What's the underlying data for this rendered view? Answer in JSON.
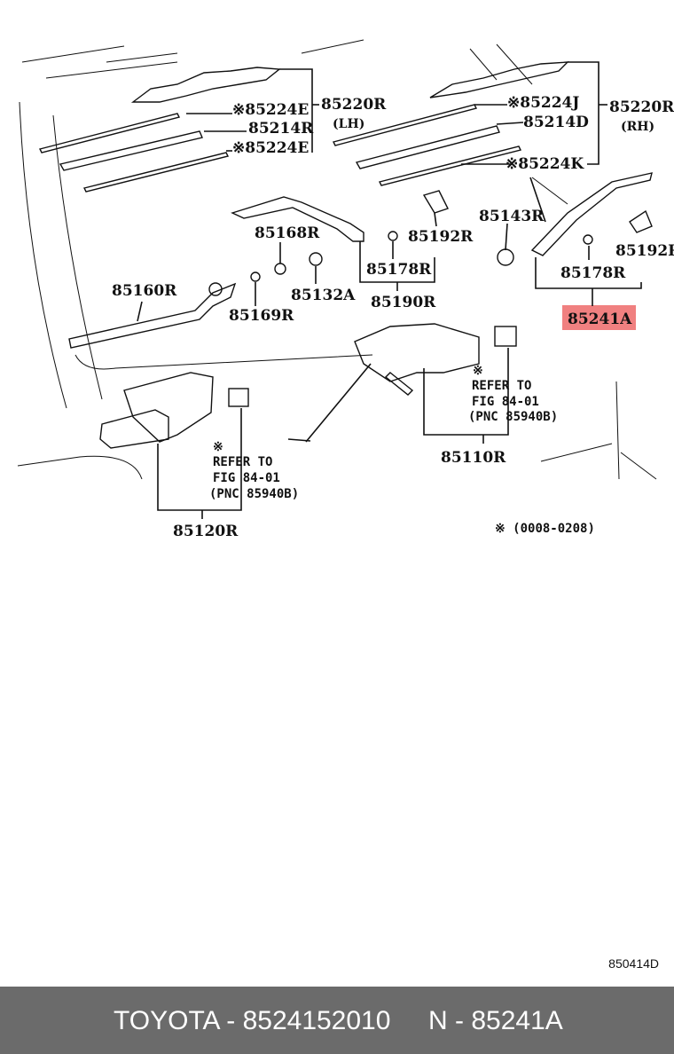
{
  "labels": {
    "p85224E_1": "※85224E",
    "p85214R": "85214R",
    "p85224E_2": "※85224E",
    "p85220R_lh": "85220R",
    "lh": "(LH)",
    "p85224J": "※85224J",
    "p85214D": "85214D",
    "p85224K": "※85224K",
    "p85220R_rh": "85220R",
    "rh": "(RH)",
    "p85143R": "85143R",
    "p85168R": "85168R",
    "p85192R_1": "85192R",
    "p85192R_2": "85192R",
    "p85178R_1": "85178R",
    "p85178R_2": "85178R",
    "p85160R": "85160R",
    "p85132A": "85132A",
    "p85169R": "85169R",
    "p85190R": "85190R",
    "p85241A": "85241A",
    "p85110R": "85110R",
    "p85120R": "85120R"
  },
  "notes": {
    "refer1_line1": "※",
    "refer1_line2": "REFER TO",
    "refer1_line3": "FIG 84-01",
    "refer1_line4": "(PNC 85940B)",
    "refer2_line1": "※",
    "refer2_line2": "REFER TO",
    "refer2_line3": "FIG 84-01",
    "refer2_line4": "(PNC 85940B)",
    "range": "※ (0008-0208)"
  },
  "figure_code": "850414D",
  "footer": {
    "left": "TOYOTA - 8524152010",
    "right": "N - 85241A"
  },
  "colors": {
    "highlight": "#f08080",
    "footer_bg": "#6b6b6b"
  }
}
